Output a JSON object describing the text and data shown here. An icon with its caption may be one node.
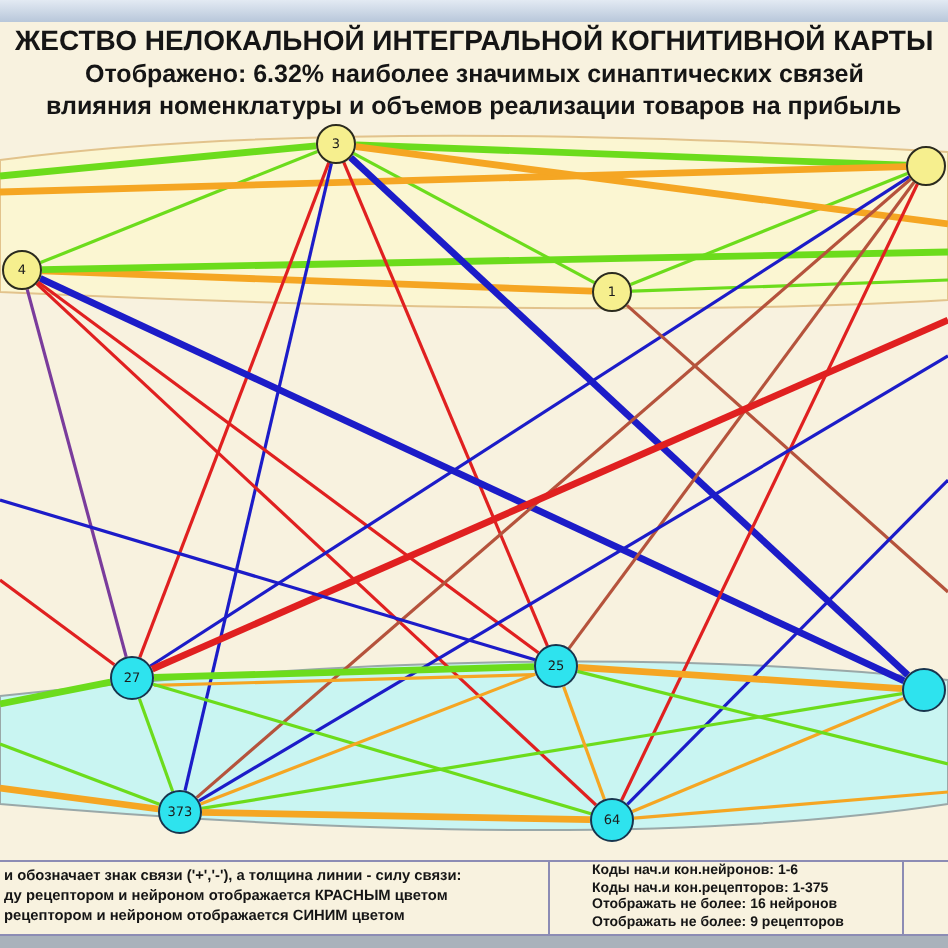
{
  "diagram": {
    "title": "ЖЕСТВО НЕЛОКАЛЬНОЙ ИНТЕГРАЛЬНОЙ КОГНИТИВНОЙ КАРТЫ",
    "nodes": [
      {
        "text": [
          "3"
        ]
      },
      {
        "text": [],
        "shape": "circle"
      },
      {
        "text": [
          "4"
        ]
      },
      {
        "text": [
          "1"
        ]
      },
      {
        "text": [
          "27"
        ]
      },
      {
        "text": [
          "25"
        ]
      },
      {
        "text": [],
        "shape": "circle"
      },
      {
        "text": [
          "373"
        ]
      },
      {
        "text": [
          "64"
        ]
      }
    ],
    "edges": [
      {
        "from": 0,
        "to": 1,
        "arrow": "none",
        "style": "thick"
      },
      {
        "from": 2,
        "to": 0,
        "arrow": "none"
      },
      {
        "from": 0,
        "to": 3,
        "arrow": "none"
      },
      {
        "from": 2,
        "to": 3,
        "arrow": "none",
        "style": "thick",
        "color": "#f5a623"
      },
      {
        "from": 3,
        "to": 1,
        "arrow": "none"
      },
      {
        "from": null,
        "to": 0,
        "arrow": "none",
        "style": "thick"
      },
      {
        "from": null,
        "to": 1,
        "arrow": "none",
        "style": "thick",
        "color": "#f5a623"
      },
      {
        "from": 0,
        "to": null,
        "arrow": "none",
        "style": "thick",
        "color": "#f5a623"
      },
      {
        "from": 2,
        "to": null,
        "arrow": "none",
        "style": "thick"
      },
      {
        "from": 3,
        "to": null,
        "arrow": "none"
      },
      {
        "from": 0,
        "to": 4,
        "arrow": "none",
        "color": "#e02020"
      },
      {
        "from": 0,
        "to": 7,
        "arrow": "none",
        "color": "#1c1cc8"
      },
      {
        "from": 0,
        "to": 5,
        "arrow": "none",
        "color": "#e02020"
      },
      {
        "from": 0,
        "to": 6,
        "arrow": "none",
        "style": "thick",
        "color": "#1c1cc8"
      },
      {
        "from": 2,
        "to": 6,
        "arrow": "none",
        "style": "thick",
        "color": "#1c1cc8"
      },
      {
        "from": 2,
        "to": 5,
        "arrow": "none",
        "color": "#e02020"
      },
      {
        "from": 2,
        "to": 8,
        "arrow": "none",
        "color": "#e02020"
      },
      {
        "from": 2,
        "to": 4,
        "arrow": "none",
        "color": "#7a3c9c"
      },
      {
        "from": 1,
        "to": 4,
        "arrow": "none",
        "color": "#1c1cc8"
      },
      {
        "from": 1,
        "to": 5,
        "arrow": "none",
        "color": "#b5533c"
      },
      {
        "from": 1,
        "to": 7,
        "arrow": "none",
        "color": "#b5533c"
      },
      {
        "from": 1,
        "to": 8,
        "arrow": "none",
        "color": "#e02020"
      },
      {
        "from": 3,
        "to": null,
        "arrow": "none",
        "color": "#b5533c"
      },
      {
        "from": null,
        "to": 4,
        "arrow": "none",
        "style": "thick",
        "color": "#e02020"
      },
      {
        "from": null,
        "to": 5,
        "arrow": "none",
        "color": "#1c1cc8"
      },
      {
        "from": null,
        "to": 7,
        "arrow": "none",
        "color": "#1c1cc8"
      },
      {
        "from": null,
        "to": 8,
        "arrow": "none",
        "color": "#1c1cc8"
      },
      {
        "from": null,
        "to": 4,
        "arrow": "none",
        "color": "#e02020"
      },
      {
        "from": 4,
        "to": 5,
        "arrow": "none",
        "style": "thick"
      },
      {
        "from": 4,
        "to": 5,
        "arrow": "none",
        "color": "#f5a623"
      },
      {
        "from": 5,
        "to": 6,
        "arrow": "none",
        "style": "thick",
        "color": "#f5a623"
      },
      {
        "from": 7,
        "to": 6,
        "arrow": "none"
      },
      {
        "from": 4,
        "to": 7,
        "arrow": "none"
      },
      {
        "from": 4,
        "to": 8,
        "arrow": "none"
      },
      {
        "from": 5,
        "to": 7,
        "arrow": "none",
        "color": "#f5a623"
      },
      {
        "from": 5,
        "to": 8,
        "arrow": "none",
        "color": "#f5a623"
      },
      {
        "from": 7,
        "to": 8,
        "arrow": "none",
        "style": "thick",
        "color": "#f5a623"
      },
      {
        "from": 8,
        "to": 6,
        "arrow": "none",
        "color": "#f5a623"
      },
      {
        "from": null,
        "to": 4,
        "arrow": "none",
        "style": "thick"
      },
      {
        "from": null,
        "to": 7,
        "arrow": "none",
        "style": "thick",
        "color": "#f5a623"
      },
      {
        "from": 8,
        "to": null,
        "arrow": "none",
        "color": "#f5a623"
      },
      {
        "from": null,
        "to": 7,
        "arrow": "none"
      },
      {
        "from": 5,
        "to": null,
        "arrow": "none"
      }
    ],
    "labels": [
      "Отображено: 6.32% наиболее значимых синаптических связей",
      "влияния номенклатуры и объемов реализации товаров на прибыль",
      "и обозначает знак связи ('+','-'), а толщина линии - силу связи:",
      "ду рецептором и нейроном отображается КРАСНЫМ цветом",
      "рецептором и нейроном отображается СИНИМ цветом",
      "Коды нач.и кон.нейронов: 1-6",
      "Коды нач.и кон.рецепторов: 1-375",
      "Отображать не более: 16 нейронов",
      "Отображать не более: 9 рецепторов"
    ]
  }
}
